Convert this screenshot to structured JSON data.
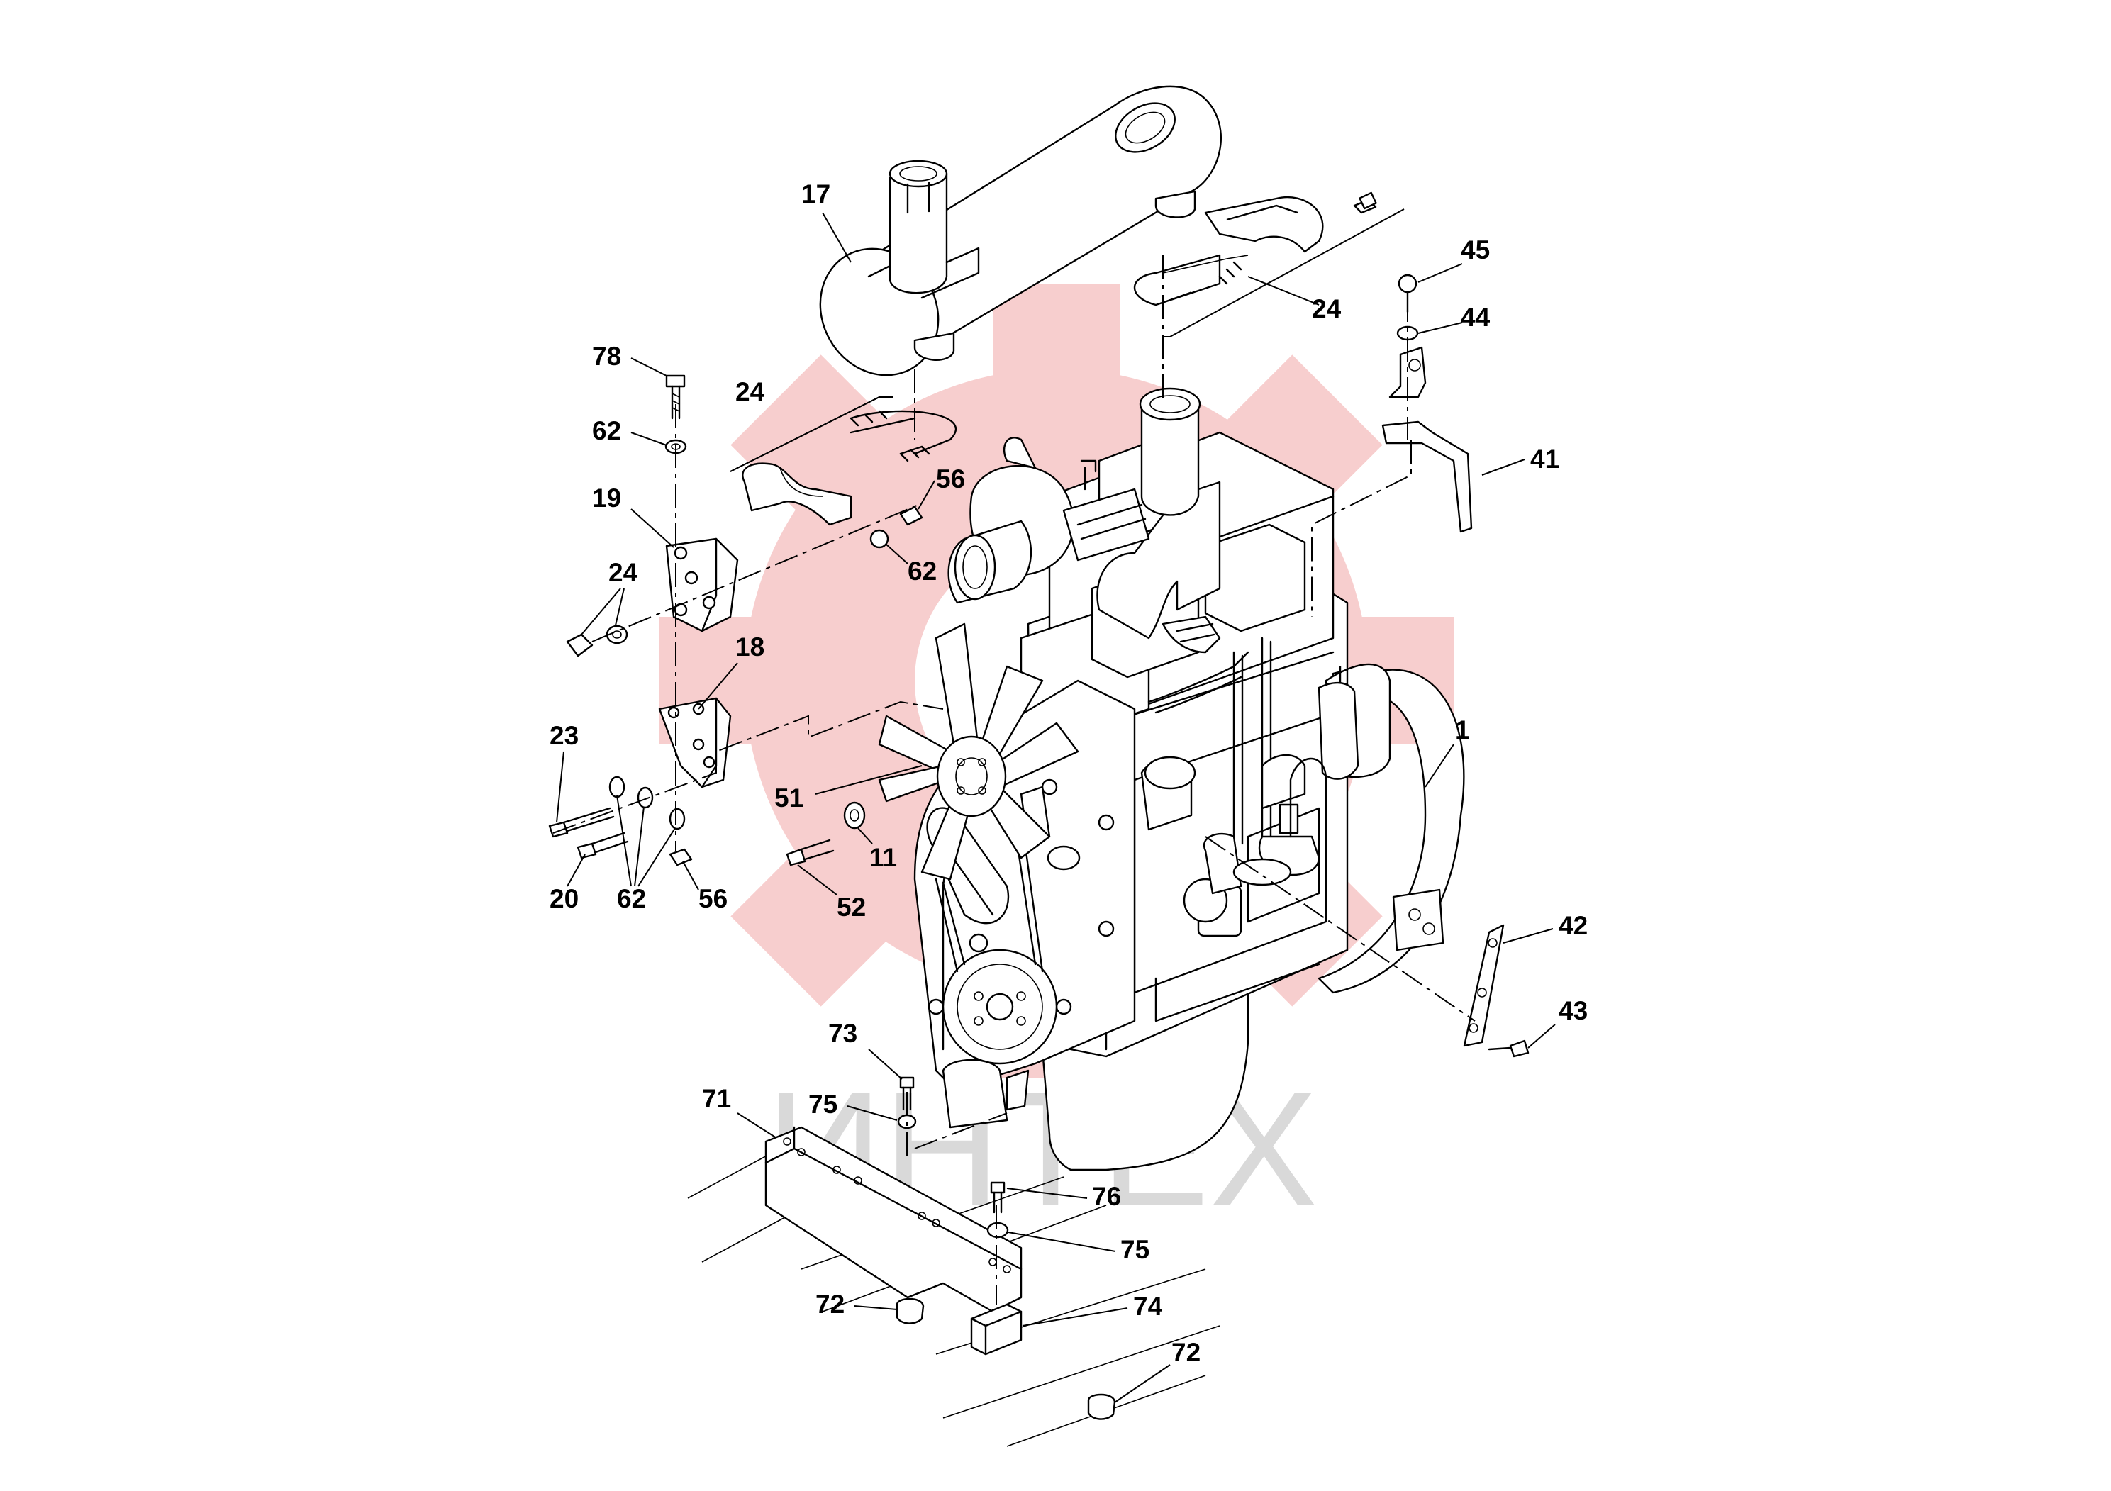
{
  "diagram": {
    "watermark_text": "ИНТЕХ",
    "watermark_color": "#d9d9d9",
    "gear_color": "#f7c9c9",
    "part_labels": {
      "p1": "1",
      "p11": "11",
      "p17": "17",
      "p18": "18",
      "p19": "19",
      "p20": "20",
      "p23": "23",
      "p24_top": "24",
      "p24_mid": "24",
      "p24_left": "24",
      "p41": "41",
      "p42": "42",
      "p43": "43",
      "p44": "44",
      "p45": "45",
      "p51": "51",
      "p52": "52",
      "p56_mid": "56",
      "p56_low": "56",
      "p62_top": "62",
      "p62_mid": "62",
      "p62_low": "62",
      "p71": "71",
      "p72_left": "72",
      "p72_right": "72",
      "p73": "73",
      "p74": "74",
      "p75_upper": "75",
      "p75_lower": "75",
      "p76": "76",
      "p78": "78"
    }
  }
}
